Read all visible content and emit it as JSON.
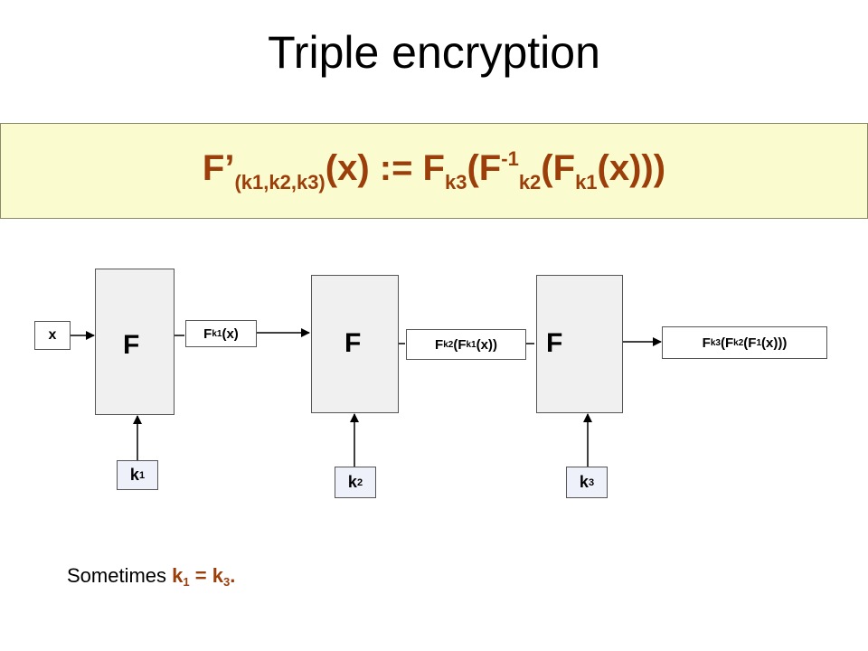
{
  "title": "Triple encryption",
  "formula": {
    "lhs": "F’",
    "lhs_sub": "(k1,k2,k3)",
    "arg": "(x) := F",
    "k3": "k3",
    "mid1": "(F",
    "inv": "-1",
    "k2": "k2",
    "mid2": "(F",
    "k1": "k1",
    "tail": "(x)))"
  },
  "blocks": {
    "f1": "F",
    "f2": "F",
    "f3": "F"
  },
  "input": "x",
  "labels": {
    "l1": {
      "a": "F",
      "s1": "k1",
      "b": "(x)"
    },
    "l2": {
      "a": "F",
      "s1": "k2",
      "b": "(F",
      "s2": "k1",
      "c": "(x))"
    },
    "l3": {
      "a": "F",
      "s1": "k3",
      "b": "(F",
      "s2": "k2",
      "c": "(F",
      "s3": "1",
      "d": "(x)))"
    }
  },
  "keys": {
    "k1": {
      "base": "k",
      "sub": "1"
    },
    "k2": {
      "base": "k",
      "sub": "2"
    },
    "k3": {
      "base": "k",
      "sub": "3"
    }
  },
  "note": {
    "prefix": "Sometimes ",
    "a": "k",
    "a_sub": "1",
    "eq": " = ",
    "b": "k",
    "b_sub": "3",
    "end": "."
  },
  "colors": {
    "accent": "#9b3e0a",
    "formula_bg": "#fbfbd0",
    "block_fill": "#f0f0f0",
    "key_fill": "#eef0fa"
  }
}
